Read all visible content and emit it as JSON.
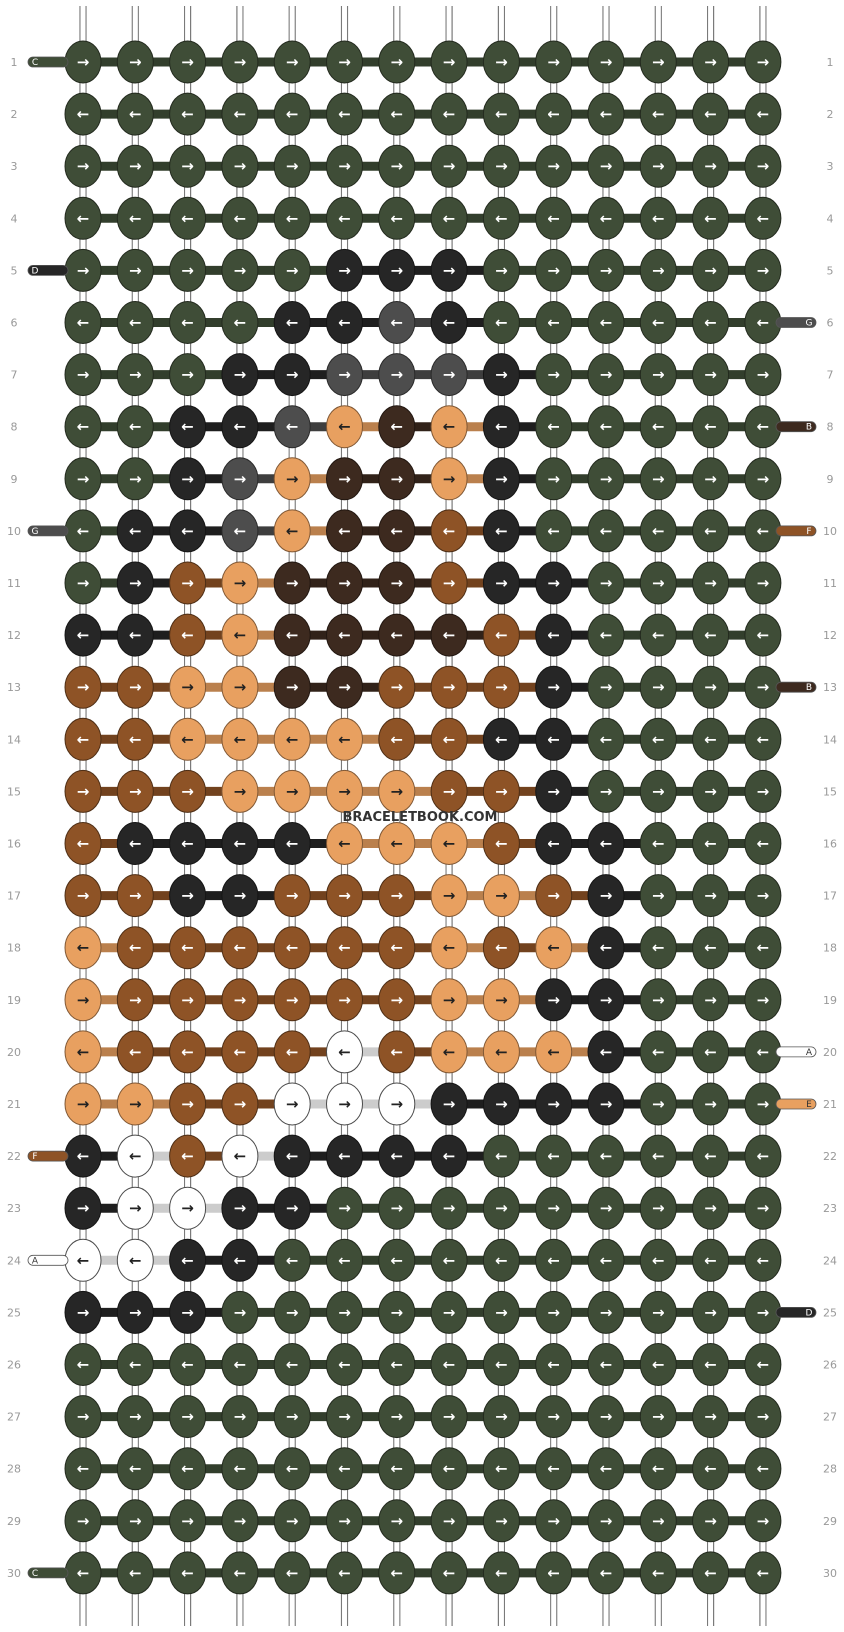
{
  "watermark": "BRACELETBOOK.COM",
  "row_numbers": [
    "1",
    "2",
    "3",
    "4",
    "5",
    "6",
    "7",
    "8",
    "9",
    "10",
    "11",
    "12",
    "13",
    "14",
    "15",
    "16",
    "17",
    "18",
    "19",
    "20",
    "21",
    "22",
    "23",
    "24",
    "25",
    "26",
    "27",
    "28",
    "29",
    "30"
  ],
  "colors": {
    "C": "#3f4d37",
    "D": "#262626",
    "G": "#4d4d4d",
    "B": "#3d2a1f",
    "F": "#8e5326",
    "E": "#e8a060",
    "A": "#ffffff"
  },
  "strand_labels": {
    "left": {
      "1": "C",
      "5": "D",
      "10": "G",
      "22": "F",
      "24": "A",
      "30": "C"
    },
    "right": {
      "6": "G",
      "8": "B",
      "10": "F",
      "13": "B",
      "20": "A",
      "21": "E",
      "25": "D"
    }
  },
  "knot_colors": [
    "CCCCCCCCCCCCCC",
    "CCCCCCCCCCCCCC",
    "CCCCCCCCCCCCCC",
    "CCCCCCCCCCCCCC",
    "CCCCCDDDCCCCCC",
    "CCCCDDGDCCCCCC",
    "CCCDDGGGDCCCCC",
    "CCDDGEBEDCCCCC",
    "CCDGEBBEDCCCCC",
    "CDDGEBBFDCCCCC",
    "CDFEBBBFDDCCCC",
    "DDFEBBBBFDCCCC",
    "FFEEBBFFFDCCCC",
    "FFEEEEFFDDCCCC",
    "FFFEEEEFFDCCCC",
    "FDDDDEEEFDDCCC",
    "FFDDFFFEEFDCCC",
    "EFFFFFFEFEDCCC",
    "EFFFFFFEEDDCCC",
    "EFFFFAFEEEDCCC",
    "EEFFAAADDDDCCC",
    "DAFADDDDCCCCCC",
    "DAADDCCCCCCCCC",
    "AADDCCCCCCCCCC",
    "DDDCCCCCCCCCCC",
    "CCCCCCCCCCCCCC",
    "CCCCCCCCCCCCCC",
    "CCCCCCCCCCCCCC",
    "CCCCCCCCCCCCCC",
    "CCCCCCCCCCCCCC"
  ]
}
